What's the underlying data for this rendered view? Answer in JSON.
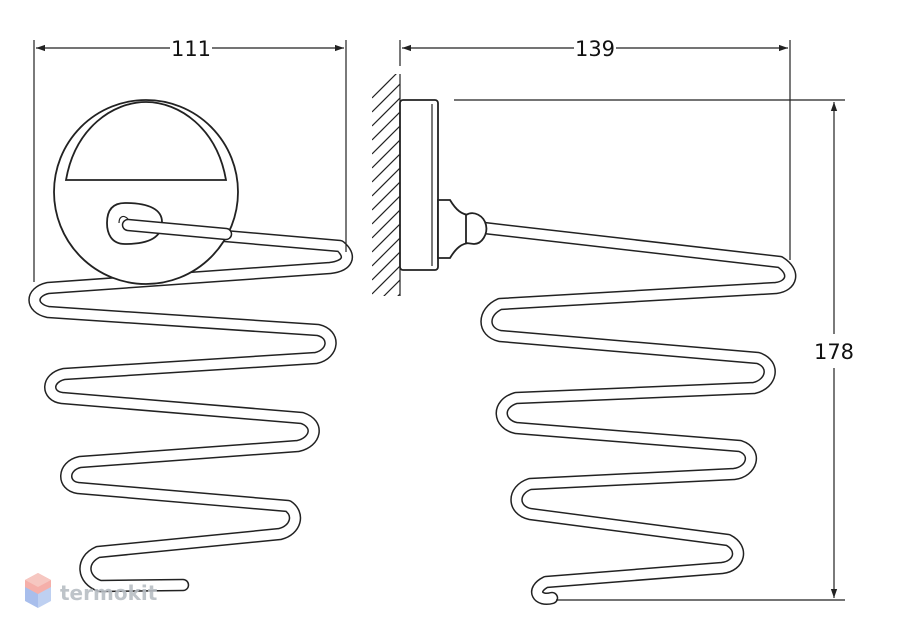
{
  "dimensions": {
    "front_width": "111",
    "side_depth": "139",
    "height": "178"
  },
  "watermark": {
    "text": "termokit"
  },
  "colors": {
    "line": "#222222",
    "background": "#ffffff",
    "watermark": "#b8bec4"
  }
}
